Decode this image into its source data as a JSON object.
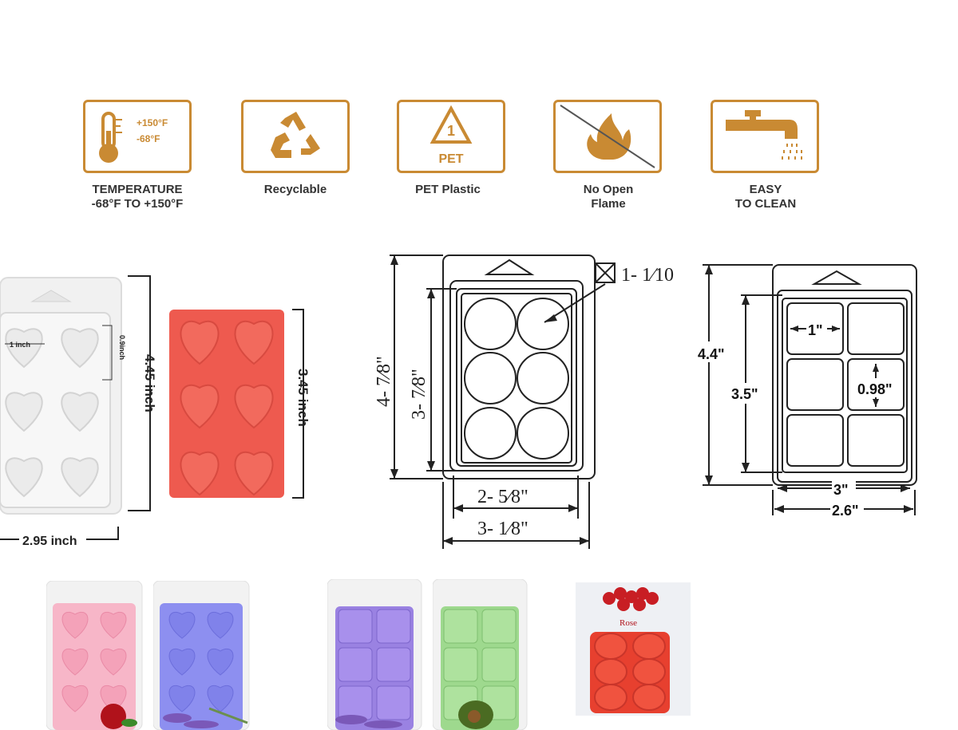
{
  "features": [
    {
      "label": "TEMPERATURE\n-68°F TO +150°F",
      "icon": "thermometer-icon",
      "temp_high": "+150°F",
      "temp_low": "-68°F"
    },
    {
      "label": "Recyclable",
      "icon": "recycle-icon"
    },
    {
      "label": "PET Plastic",
      "icon": "pet-recycle-icon",
      "code": "1",
      "material": "PET"
    },
    {
      "label": "No Open\nFlame",
      "icon": "no-flame-icon"
    },
    {
      "label": "EASY\nTO CLEAN",
      "icon": "faucet-icon"
    }
  ],
  "accent_color": "#c98a33",
  "photo_dims": {
    "width_label": "2.95 inch",
    "height_label": "4.45 inch",
    "cavity_width": "1 inch",
    "cavity_height": "0.9inch",
    "red_height": "3.45 inch"
  },
  "drawing_dims": {
    "outer_height": "4-  7⁄8\"",
    "inner_height": "3-  7⁄8\"",
    "inner_width": "2-  5⁄8\"",
    "outer_width": "3-  1⁄8\"",
    "depth": "1-  1⁄10"
  },
  "square_dims": {
    "outer_height": "4.4\"",
    "inner_height": "3.5\"",
    "cavity_width": "1\"",
    "cavity_height": "0.98\"",
    "inner_width": "3\"",
    "bottom_width": "2.6\""
  },
  "rose_label": "Rose"
}
